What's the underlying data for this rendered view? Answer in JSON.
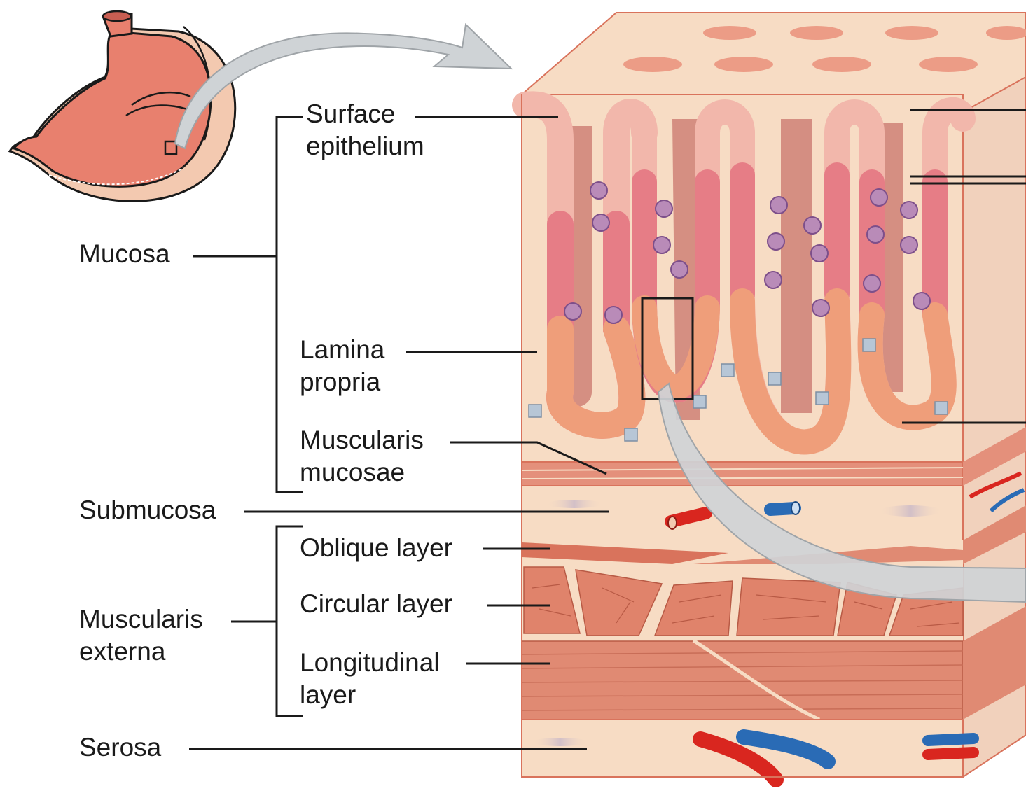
{
  "labels": {
    "surface_epithelium": [
      "Surface",
      "epithelium"
    ],
    "mucosa": "Mucosa",
    "lamina_propria": [
      "Lamina",
      "propria"
    ],
    "muscularis_mucosae": [
      "Muscularis",
      "mucosae"
    ],
    "submucosa": "Submucosa",
    "oblique_layer": "Oblique layer",
    "circular_layer": "Circular layer",
    "muscularis_externa": [
      "Muscularis",
      "externa"
    ],
    "longitudinal_layer": [
      "Longitudinal",
      "layer"
    ],
    "serosa": "Serosa"
  },
  "colors": {
    "tissue_base": "#f7dcc4",
    "epithelium_light": "#f2b7ab",
    "epithelium_pink": "#e67d86",
    "epithelium_orange": "#ef9e7a",
    "gland_lumen": "#c9756c",
    "muscle": "#d9735c",
    "muscle_light": "#e9927a",
    "vessel_artery": "#d9261f",
    "vessel_vein": "#2a6bb5",
    "arrow_gray": "#cfd3d6",
    "leader_line": "#1a1a1a",
    "stomach_pink": "#e8806e",
    "stomach_rim": "#f3c9b0"
  }
}
